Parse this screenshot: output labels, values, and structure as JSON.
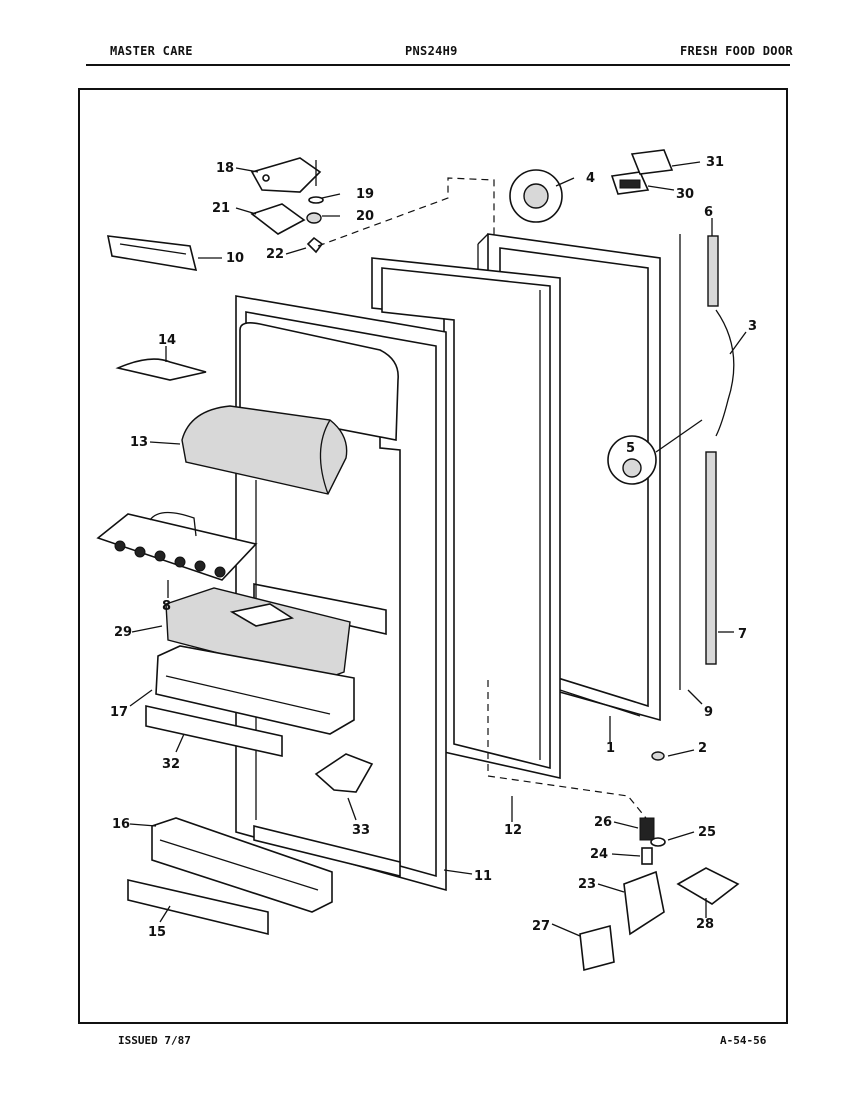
{
  "header": {
    "left": "MASTER CARE",
    "center": "PNS24H9",
    "right": "FRESH FOOD DOOR"
  },
  "footer": {
    "issued": "ISSUED 7/87",
    "code": "A-54-56"
  },
  "callouts": [
    "1",
    "2",
    "3",
    "4",
    "5",
    "6",
    "7",
    "8",
    "9",
    "10",
    "11",
    "12",
    "13",
    "14",
    "15",
    "16",
    "17",
    "18",
    "19",
    "20",
    "21",
    "22",
    "23",
    "24",
    "25",
    "26",
    "27",
    "28",
    "29",
    "30",
    "31",
    "32",
    "33"
  ]
}
